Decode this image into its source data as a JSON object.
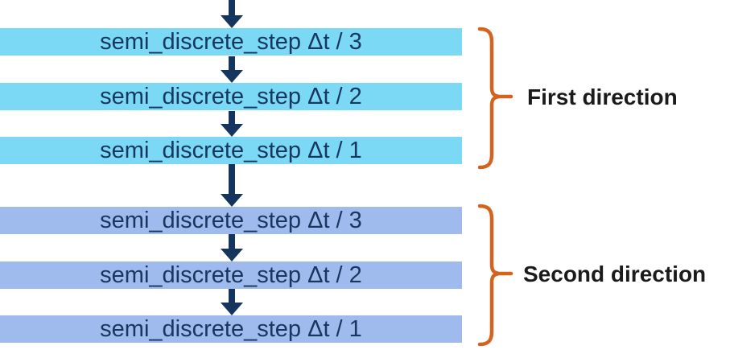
{
  "colors": {
    "bar_group1": "#7bd9f6",
    "bar_group2": "#9fbaec",
    "arrow": "#16355e",
    "bar_text": "#17375e",
    "brace": "#d2641f",
    "label_text": "#1b1b1b",
    "background": "#ffffff"
  },
  "diagram": {
    "groups": [
      {
        "label": "First direction",
        "steps": [
          "semi_discrete_step Δt / 3",
          "semi_discrete_step Δt / 2",
          "semi_discrete_step Δt / 1"
        ]
      },
      {
        "label": "Second direction",
        "steps": [
          "semi_discrete_step Δt / 3",
          "semi_discrete_step Δt / 2",
          "semi_discrete_step Δt / 1"
        ]
      }
    ]
  }
}
